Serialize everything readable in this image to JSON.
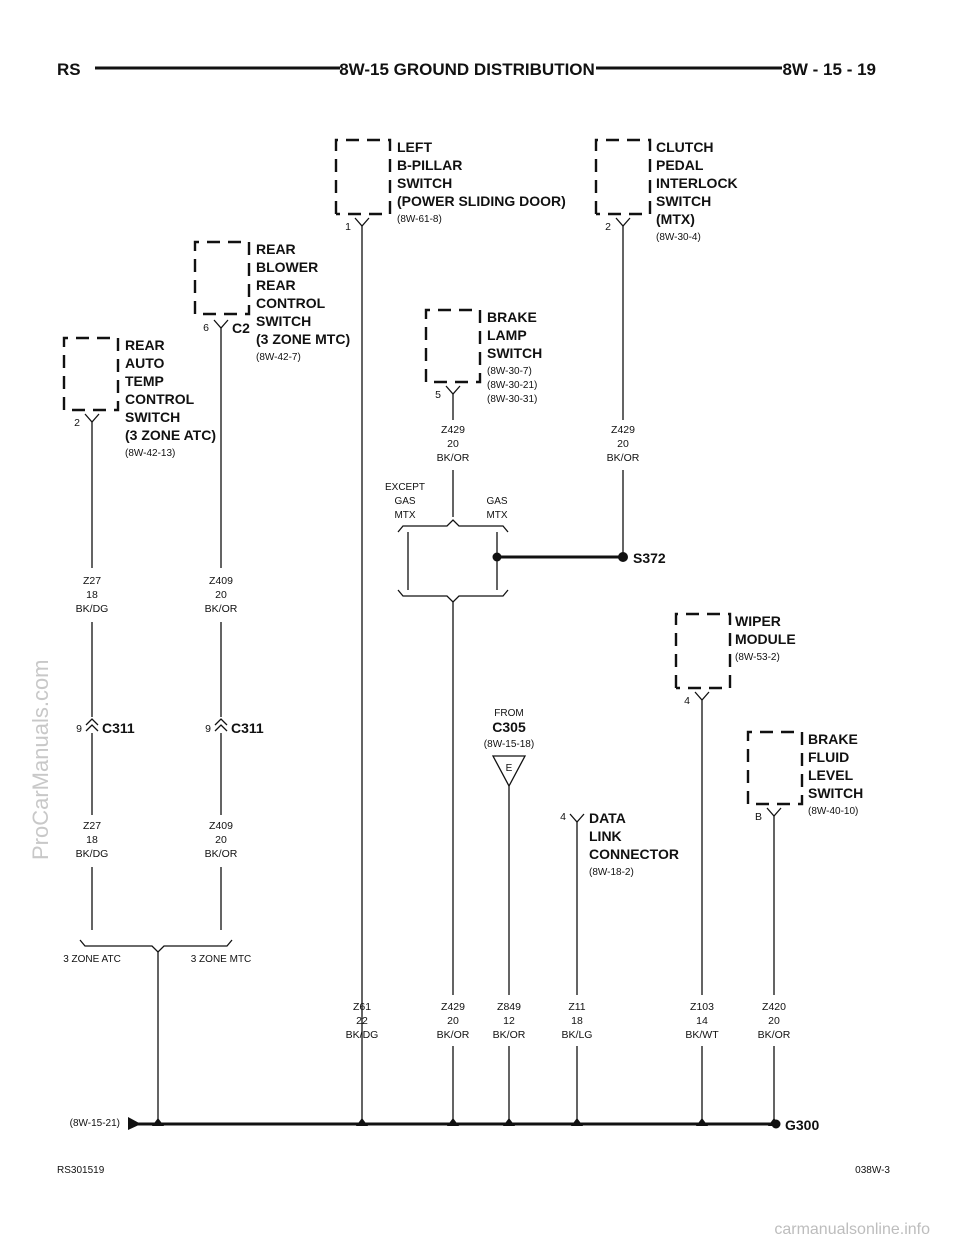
{
  "header": {
    "left": "RS",
    "title": "8W-15 GROUND DISTRIBUTION",
    "right": "8W - 15 - 19"
  },
  "footer": {
    "left": "RS301519",
    "right": "038W-3"
  },
  "watermark": {
    "side": "ProCarManuals.com",
    "bottom": "carmanualsonline.info"
  },
  "components": {
    "left_bpillar": {
      "lines": [
        "LEFT",
        "B-PILLAR",
        "SWITCH",
        "(POWER SLIDING DOOR)"
      ],
      "ref": "(8W-61-8)",
      "pin": "1"
    },
    "clutch": {
      "lines": [
        "CLUTCH",
        "PEDAL",
        "INTERLOCK",
        "SWITCH",
        "(MTX)"
      ],
      "ref": "(8W-30-4)",
      "pin": "2"
    },
    "rear_blower": {
      "lines": [
        "REAR",
        "BLOWER",
        "REAR",
        "CONTROL",
        "SWITCH",
        "(3 ZONE MTC)"
      ],
      "ref": "(8W-42-7)",
      "pin": "6",
      "connector": "C2"
    },
    "rear_atc": {
      "lines": [
        "REAR",
        "AUTO",
        "TEMP",
        "CONTROL",
        "SWITCH",
        "(3 ZONE ATC)"
      ],
      "ref": "(8W-42-13)",
      "pin": "2"
    },
    "brake_lamp": {
      "lines": [
        "BRAKE",
        "LAMP",
        "SWITCH"
      ],
      "refs": [
        "(8W-30-7)",
        "(8W-30-21)",
        "(8W-30-31)"
      ],
      "pin": "5"
    },
    "wiper": {
      "lines": [
        "WIPER",
        "MODULE"
      ],
      "ref": "(8W-53-2)",
      "pin": "4"
    },
    "brake_fluid": {
      "lines": [
        "BRAKE",
        "FLUID",
        "LEVEL",
        "SWITCH"
      ],
      "ref": "(8W-40-10)",
      "pin": "B"
    },
    "dlc": {
      "lines": [
        "DATA",
        "LINK",
        "CONNECTOR"
      ],
      "ref": "(8W-18-2)",
      "pin": "4"
    },
    "from_c305": {
      "from": "FROM",
      "name": "C305",
      "ref": "(8W-15-18)",
      "symbol": "E"
    }
  },
  "wires": {
    "z27_upper": [
      "Z27",
      "18",
      "BK/DG"
    ],
    "z409_upper": [
      "Z409",
      "20",
      "BK/OR"
    ],
    "z27_lower": [
      "Z27",
      "18",
      "BK/DG"
    ],
    "z409_lower": [
      "Z409",
      "20",
      "BK/OR"
    ],
    "z429_brake": [
      "Z429",
      "20",
      "BK/OR"
    ],
    "z429_clutch": [
      "Z429",
      "20",
      "BK/OR"
    ],
    "z61": [
      "Z61",
      "22",
      "BK/DG"
    ],
    "z429_bottom": [
      "Z429",
      "20",
      "BK/OR"
    ],
    "z849": [
      "Z849",
      "12",
      "BK/OR"
    ],
    "z11": [
      "Z11",
      "18",
      "BK/LG"
    ],
    "z103": [
      "Z103",
      "14",
      "BK/WT"
    ],
    "z420": [
      "Z420",
      "20",
      "BK/OR"
    ]
  },
  "connectors": {
    "c311_left": {
      "pin": "9",
      "name": "C311"
    },
    "c311_right": {
      "pin": "9",
      "name": "C311"
    }
  },
  "splice": {
    "name": "S372"
  },
  "options": {
    "except_gas_mtx": [
      "EXCEPT",
      "GAS",
      "MTX"
    ],
    "gas_mtx": [
      "GAS",
      "MTX"
    ],
    "zone_atc": "3 ZONE ATC",
    "zone_mtc": "3 ZONE MTC"
  },
  "ground": {
    "name": "G300",
    "ref": "(8W-15-21)"
  }
}
